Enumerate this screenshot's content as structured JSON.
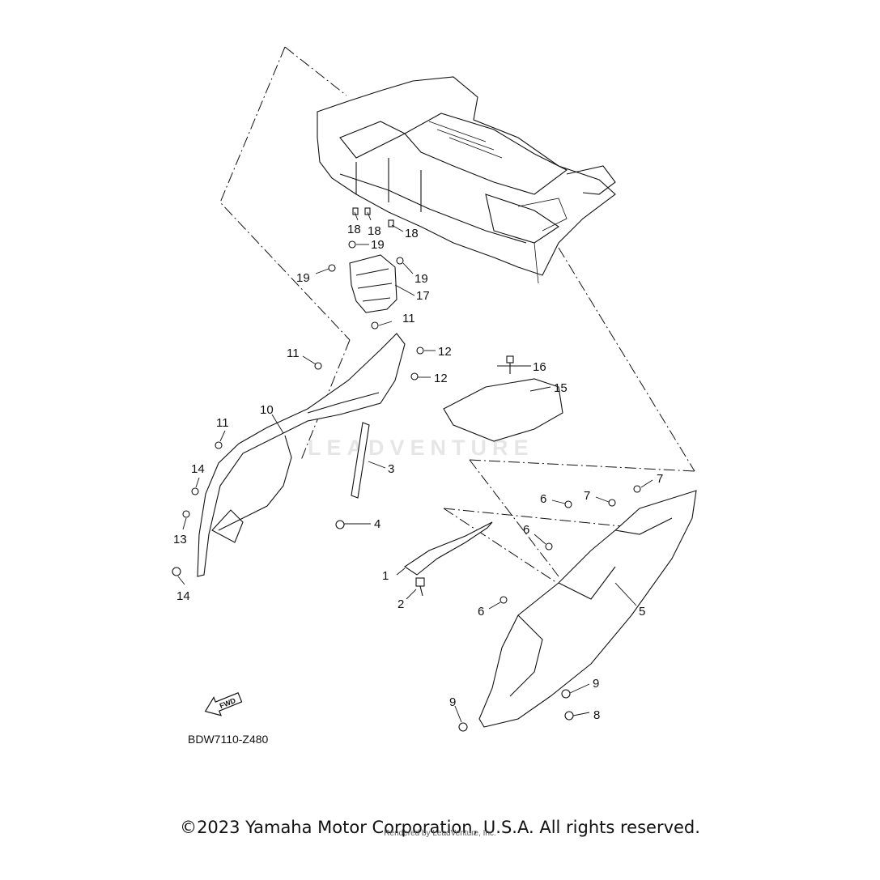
{
  "diagram": {
    "callouts": [
      "1",
      "2",
      "3",
      "4",
      "5",
      "6",
      "6",
      "6",
      "7",
      "7",
      "8",
      "9",
      "9",
      "10",
      "11",
      "11",
      "11",
      "12",
      "12",
      "13",
      "14",
      "14",
      "15",
      "16",
      "17",
      "18",
      "18",
      "18",
      "19",
      "19",
      "19"
    ],
    "fwd_label": "FWD"
  },
  "footer": {
    "diagram_code": "BDW7110-Z480",
    "copyright": "©2023 Yamaha Motor Corporation, U.S.A. All rights reserved.",
    "rendered_by": "Rendered by LeadVenture, Inc."
  },
  "watermark": "LEADVENTURE",
  "colors": {
    "line": "#111111",
    "watermark": "#e6e6e6"
  }
}
